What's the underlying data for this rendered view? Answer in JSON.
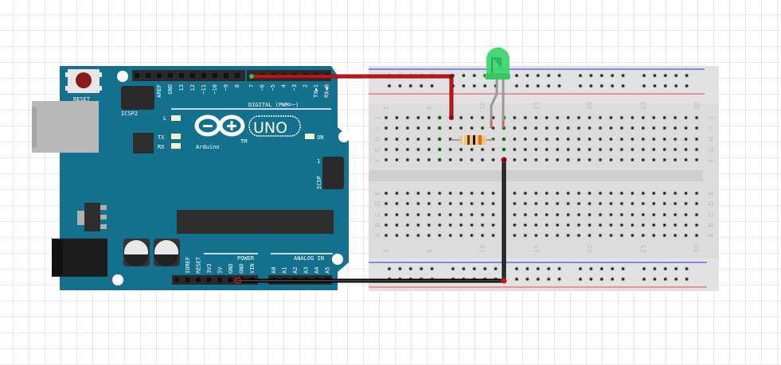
{
  "board": {
    "reset_label": "RESET",
    "icsp2_label": "ICSP2",
    "icsp_label": "ICSP",
    "icsp_pin1": "1",
    "digital_label": "DIGITAL (PWM=~)",
    "digital_pins": [
      "AREF",
      "GND",
      "13",
      "12",
      "~11",
      "~10",
      "~9",
      "8",
      "7",
      "~6",
      "~5",
      "4",
      "~3",
      "2",
      "TX▶1",
      "RX◀0"
    ],
    "led_labels": {
      "l": "L",
      "tx": "TX",
      "rx": "RX",
      "on": "ON"
    },
    "logo_text": "Arduino",
    "logo_tm": "TM",
    "model": "UNO",
    "power_label": "POWER",
    "power_pins": [
      "IOREF",
      "RESET",
      "3V3",
      "5V",
      "GND",
      "GND",
      "VIN"
    ],
    "analog_label": "ANALOG IN",
    "analog_pins": [
      "A0",
      "A1",
      "A2",
      "A3",
      "A4",
      "A5"
    ],
    "color": "#13718d"
  },
  "breadboard": {
    "columns": 30,
    "column_labels": [
      "1",
      "5",
      "10",
      "15",
      "20",
      "25",
      "30"
    ],
    "top_rows": [
      "J",
      "I",
      "H",
      "G",
      "F"
    ],
    "bottom_rows": [
      "E",
      "D",
      "C",
      "B",
      "A"
    ]
  },
  "components": {
    "led": {
      "color": "green",
      "hex": "#3fd66f"
    },
    "resistor": {
      "bands": [
        "brown",
        "black",
        "orange"
      ]
    },
    "wires": [
      {
        "name": "signal-wire",
        "from": "D7",
        "to": "J6",
        "color": "#c8141a"
      },
      {
        "name": "ground-wire",
        "from": "GND",
        "to": "F12 / ground rail",
        "color": "#222222"
      }
    ]
  }
}
